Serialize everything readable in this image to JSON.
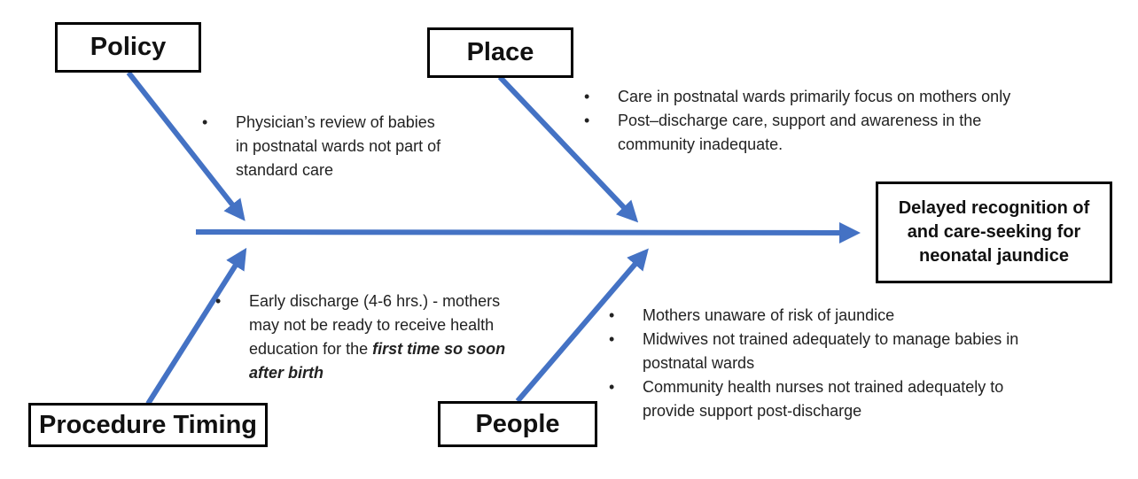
{
  "colors": {
    "arrow": "#4472C4",
    "border": "#000000",
    "text": "#222222"
  },
  "outcome": {
    "lines": [
      "Delayed recognition of",
      "and care-seeking for",
      "neonatal jaundice"
    ]
  },
  "categories": {
    "policy": {
      "label": "Policy"
    },
    "place": {
      "label": "Place"
    },
    "procedure_timing": {
      "label": "Procedure Timing"
    },
    "people": {
      "label": "People"
    }
  },
  "causes": {
    "policy": [
      {
        "lines": [
          "Physician’s review of babies",
          "in postnatal wards not part of",
          "standard care"
        ]
      }
    ],
    "place": [
      {
        "lines": [
          "Care in postnatal wards primarily focus on mothers only"
        ]
      },
      {
        "lines": [
          "Post–discharge care, support and awareness in the",
          "community inadequate."
        ]
      }
    ],
    "procedure_timing": [
      {
        "line1": "Early discharge (4-6 hrs.) - mothers",
        "line2": "may not be ready to receive health",
        "line3_plain": "education for the ",
        "line3_emphasis": "first time so soon",
        "line4_emphasis": "after birth"
      }
    ],
    "people": [
      {
        "lines": [
          "Mothers unaware of risk of jaundice"
        ]
      },
      {
        "lines": [
          "Midwives not trained adequately to manage babies in",
          "postnatal wards"
        ]
      },
      {
        "lines": [
          "Community health nurses not trained adequately to",
          "provide support post-discharge"
        ]
      }
    ]
  }
}
